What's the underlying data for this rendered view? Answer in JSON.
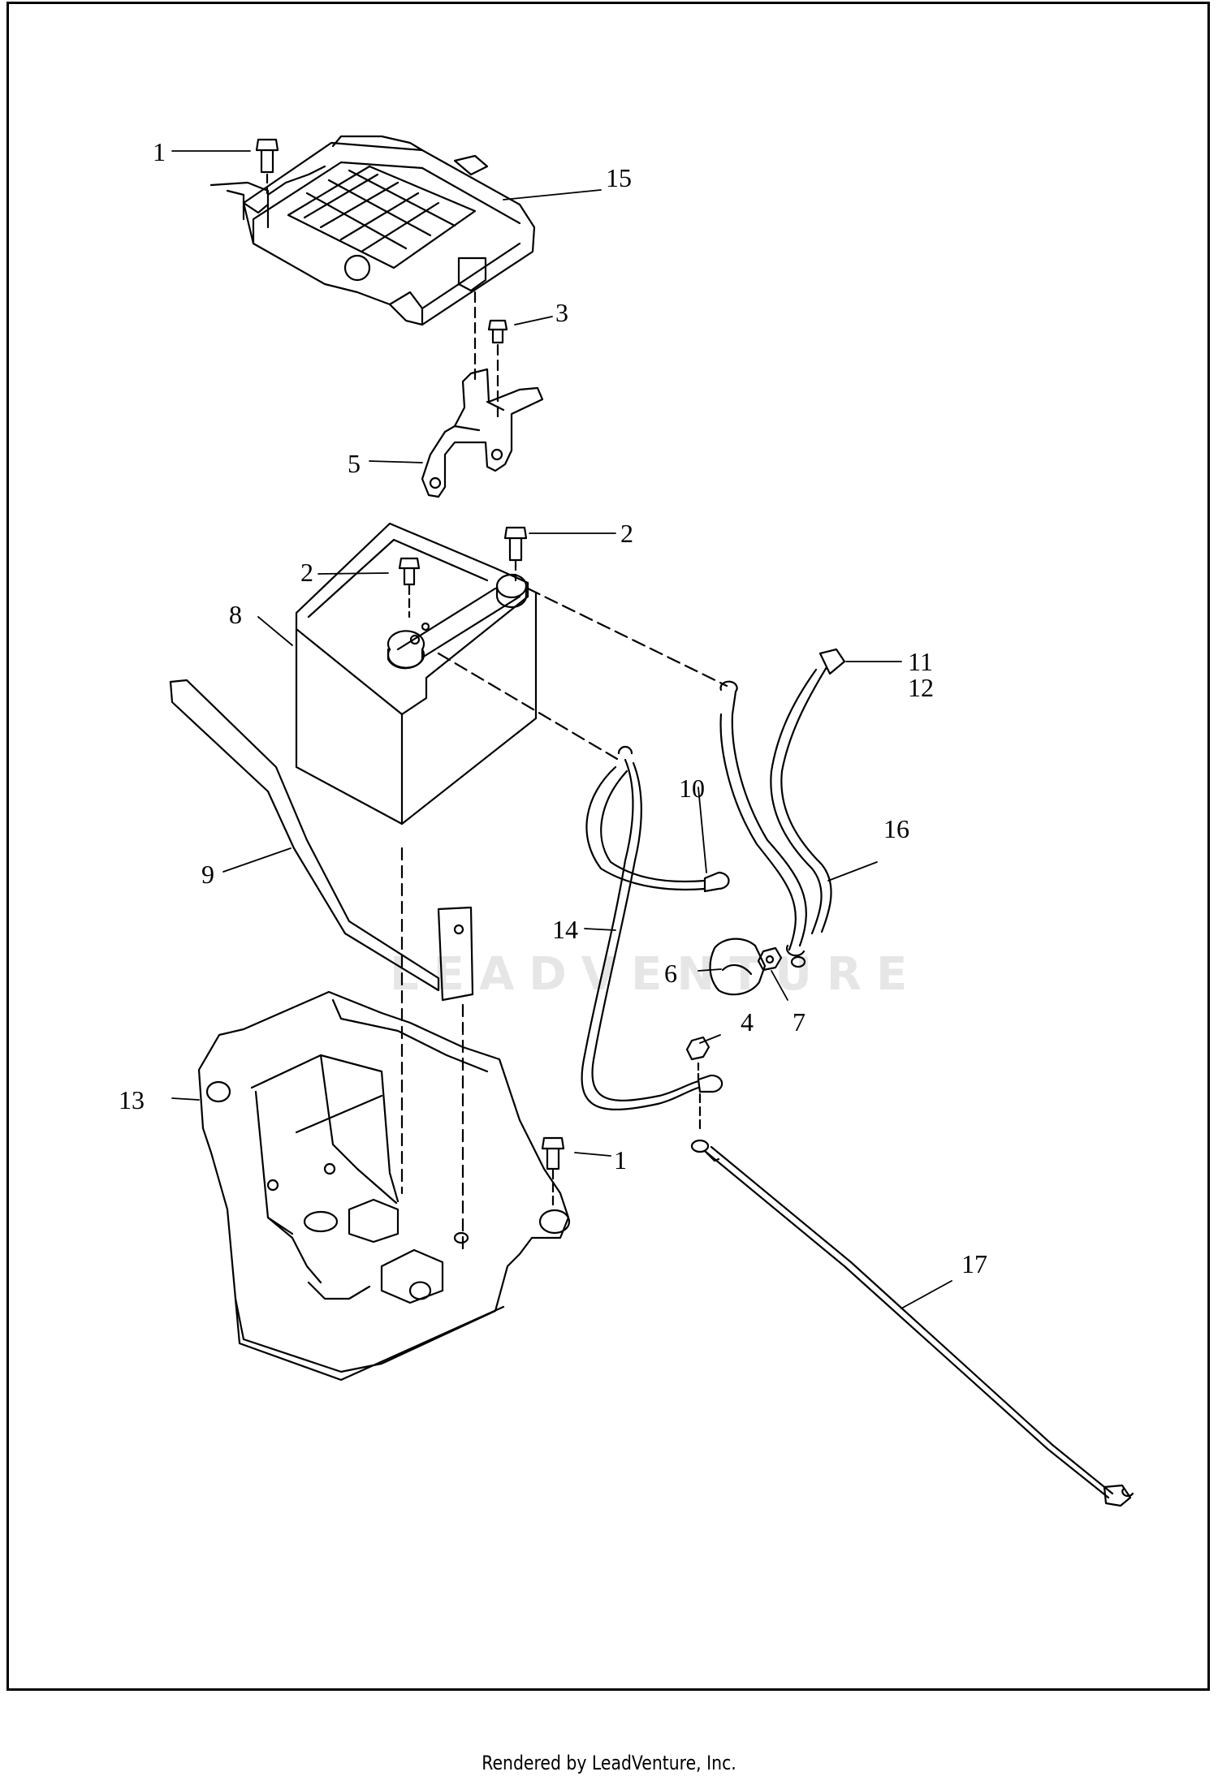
{
  "diagram": {
    "callouts": [
      "1",
      "15",
      "3",
      "5",
      "2",
      "2",
      "8",
      "11",
      "12",
      "10",
      "16",
      "9",
      "14",
      "6",
      "7",
      "4",
      "13",
      "1",
      "17"
    ]
  },
  "watermark": "LEADVENTURE",
  "footer": "Rendered by LeadVenture, Inc.",
  "colors": {
    "line": "#000000",
    "watermark": "#e6e6e6",
    "background": "#ffffff"
  }
}
